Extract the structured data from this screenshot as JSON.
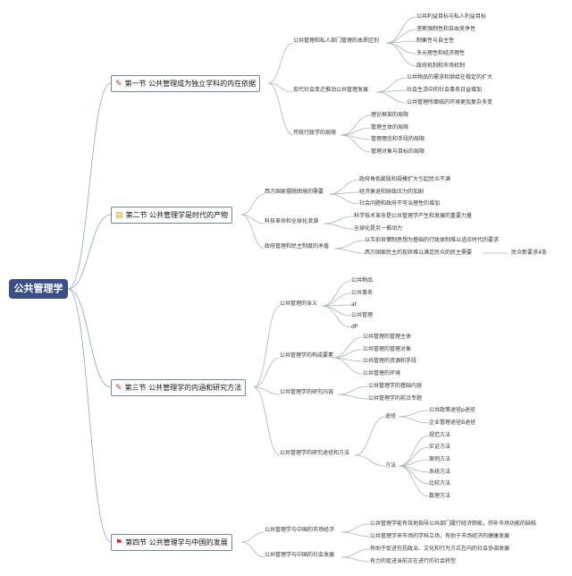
{
  "root": "公共管理学",
  "sections": [
    {
      "icon": "pencil-icon",
      "title": "第一节 公共管理成为独立学科的内在依据"
    },
    {
      "icon": "book-icon",
      "title": "第二节 公共管理学是时代的产物"
    },
    {
      "icon": "pencil-icon",
      "title": "第三节 公共管理学的内涵和研究方法"
    },
    {
      "icon": "red-flag-icon",
      "title": "第四节 公共管理学与中国的发展"
    }
  ],
  "s1": {
    "b1": "公共管理和私人部门管理的本质区别",
    "b1_items": [
      "公共利益目标与私人利益目标",
      "垄断强制性和自由竞争性",
      "制衡性与自主性",
      "多元理性和经济理性",
      "政府机制和市场机制"
    ],
    "b2": "现代社会变迁推动公共管理发展",
    "b2_items": [
      "公共物品的需求和供给在稳定的扩大",
      "社会生活中的社会事务日益增加",
      "公共管理所面临的环境更加复杂多变"
    ],
    "b3": "传统行政学的局限",
    "b3_items": [
      "理论框架的局限",
      "管理主体的局限",
      "管理理念和手段的局限",
      "管理对象与目标的局限"
    ]
  },
  "s2": {
    "b1": "西方国家摆脱困境的需要",
    "b1_items": [
      "政府角色膨胀和规模扩大引起民众不满",
      "经济衰退和财政压力的加剧",
      "社会问题和政府不可治理性的增加"
    ],
    "b2": "科技革命和全球化浪潮",
    "b2_items": [
      "科学技术革命是公共管理学产生和发展的重要力量",
      "全球化是另一推动力"
    ],
    "b3": "政府管理和民主制度的矛盾",
    "b3_items": [
      "以韦伯官僚制思想为基础的行政体制难以适应时代的要求",
      "西方国家民主的现状难以满足民众的民主需要"
    ],
    "b3_sub": "民众新要求4条"
  },
  "s3": {
    "b1": "公共管理的含义",
    "b1_items": [
      "公共物品",
      "公共事务",
      "at",
      "公共管理",
      "dP"
    ],
    "b2": "公共管理学的构成要素",
    "b2_items": [
      "公共管理的管理主体",
      "公共管理的管理对象",
      "公共管理的资源和手段",
      "公共管理的环境"
    ],
    "b3": "公共管理学的研究内容",
    "b3_items": [
      "公共管理学的基础内容",
      "公共管理学的前沿专题"
    ],
    "b4": "公共管理学的研究途径和方法",
    "b4_way": "途径",
    "b4_way_items": [
      "公共政策途径p途径",
      "企业管理途径B途径"
    ],
    "b4_method": "方法",
    "b4_method_items": [
      "规范方法",
      "实证方法",
      "案例方法",
      "系统方法",
      "比较方法",
      "数理方法"
    ]
  },
  "s4": {
    "b1": "公共管理学与中国的市场经济",
    "b1_items": [
      "公共管理学能有效地指导公共部门履行经济职能，弥补市场功能的缺陷",
      "公共管理学来市场的学科立场，有助于市场经济的健康发展"
    ],
    "b2": "公共管理学与中国的社会发展",
    "b2_items": [
      "有助于促进包括政治、文化和行为方式在内的社会协调发展",
      "有力的促进当前正在进行的社会转型"
    ]
  }
}
